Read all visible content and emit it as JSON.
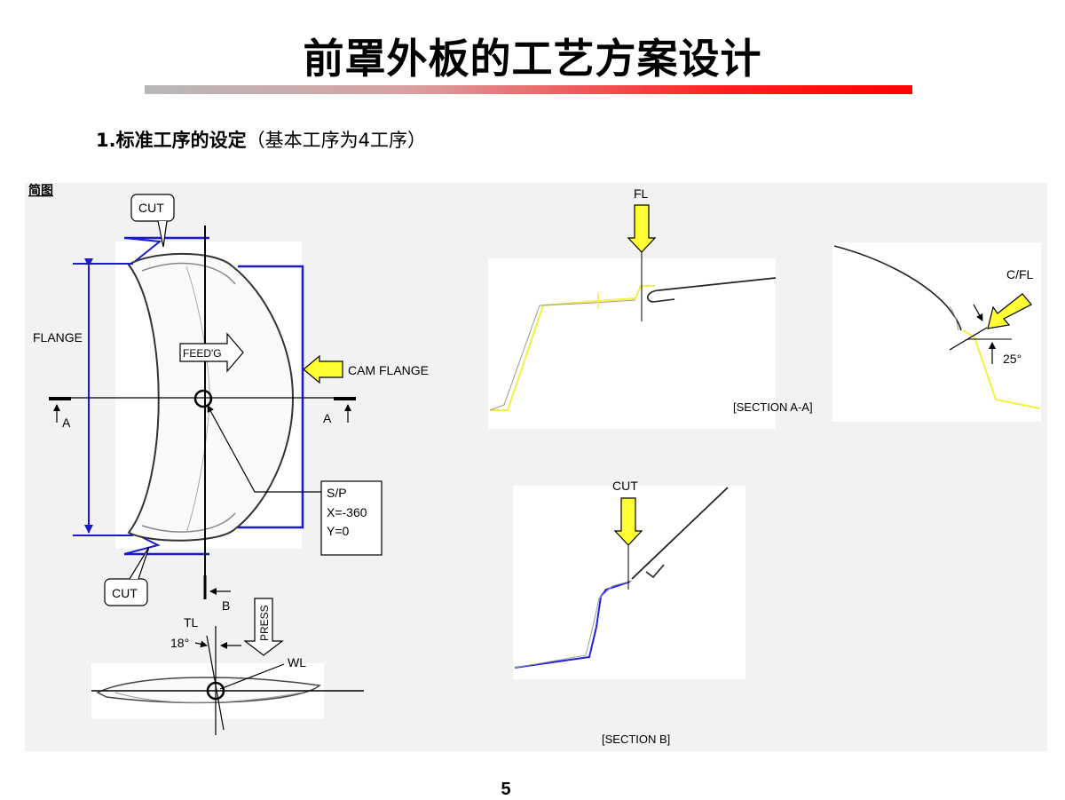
{
  "slide": {
    "title": "前罩外板的工艺方案设计",
    "subtitle_bold": "1.标准工序的设定",
    "subtitle_rest": "（基本工序为4工序）",
    "page_number": "5"
  },
  "sketch": {
    "heading": "简图",
    "cut_top": "CUT",
    "cut_bottom": "CUT",
    "flange": "FLANGE",
    "feed": "FEED'G",
    "cam_flange": "CAM FLANGE",
    "section_a_left": "A",
    "section_a_right": "A",
    "section_b_mark": "B",
    "sp_line1": "S/P",
    "sp_line2": "X=-360",
    "sp_line3": "Y=0",
    "tl": "TL",
    "angle_18": "18°",
    "press": "PRESS",
    "wl": "WL"
  },
  "section_aa": {
    "fl": "FL",
    "cfl": "C/FL",
    "angle_25": "25°",
    "caption": "[SECTION A-A]"
  },
  "section_b": {
    "cut": "CUT",
    "caption": "[SECTION B]"
  },
  "colors": {
    "outline_blue": "#1a1acc",
    "arrow_yellow": "#ffff33",
    "section_yellow": "#f5f040",
    "section_blue": "#2222dd",
    "title_bar_red": "#ff0000"
  }
}
